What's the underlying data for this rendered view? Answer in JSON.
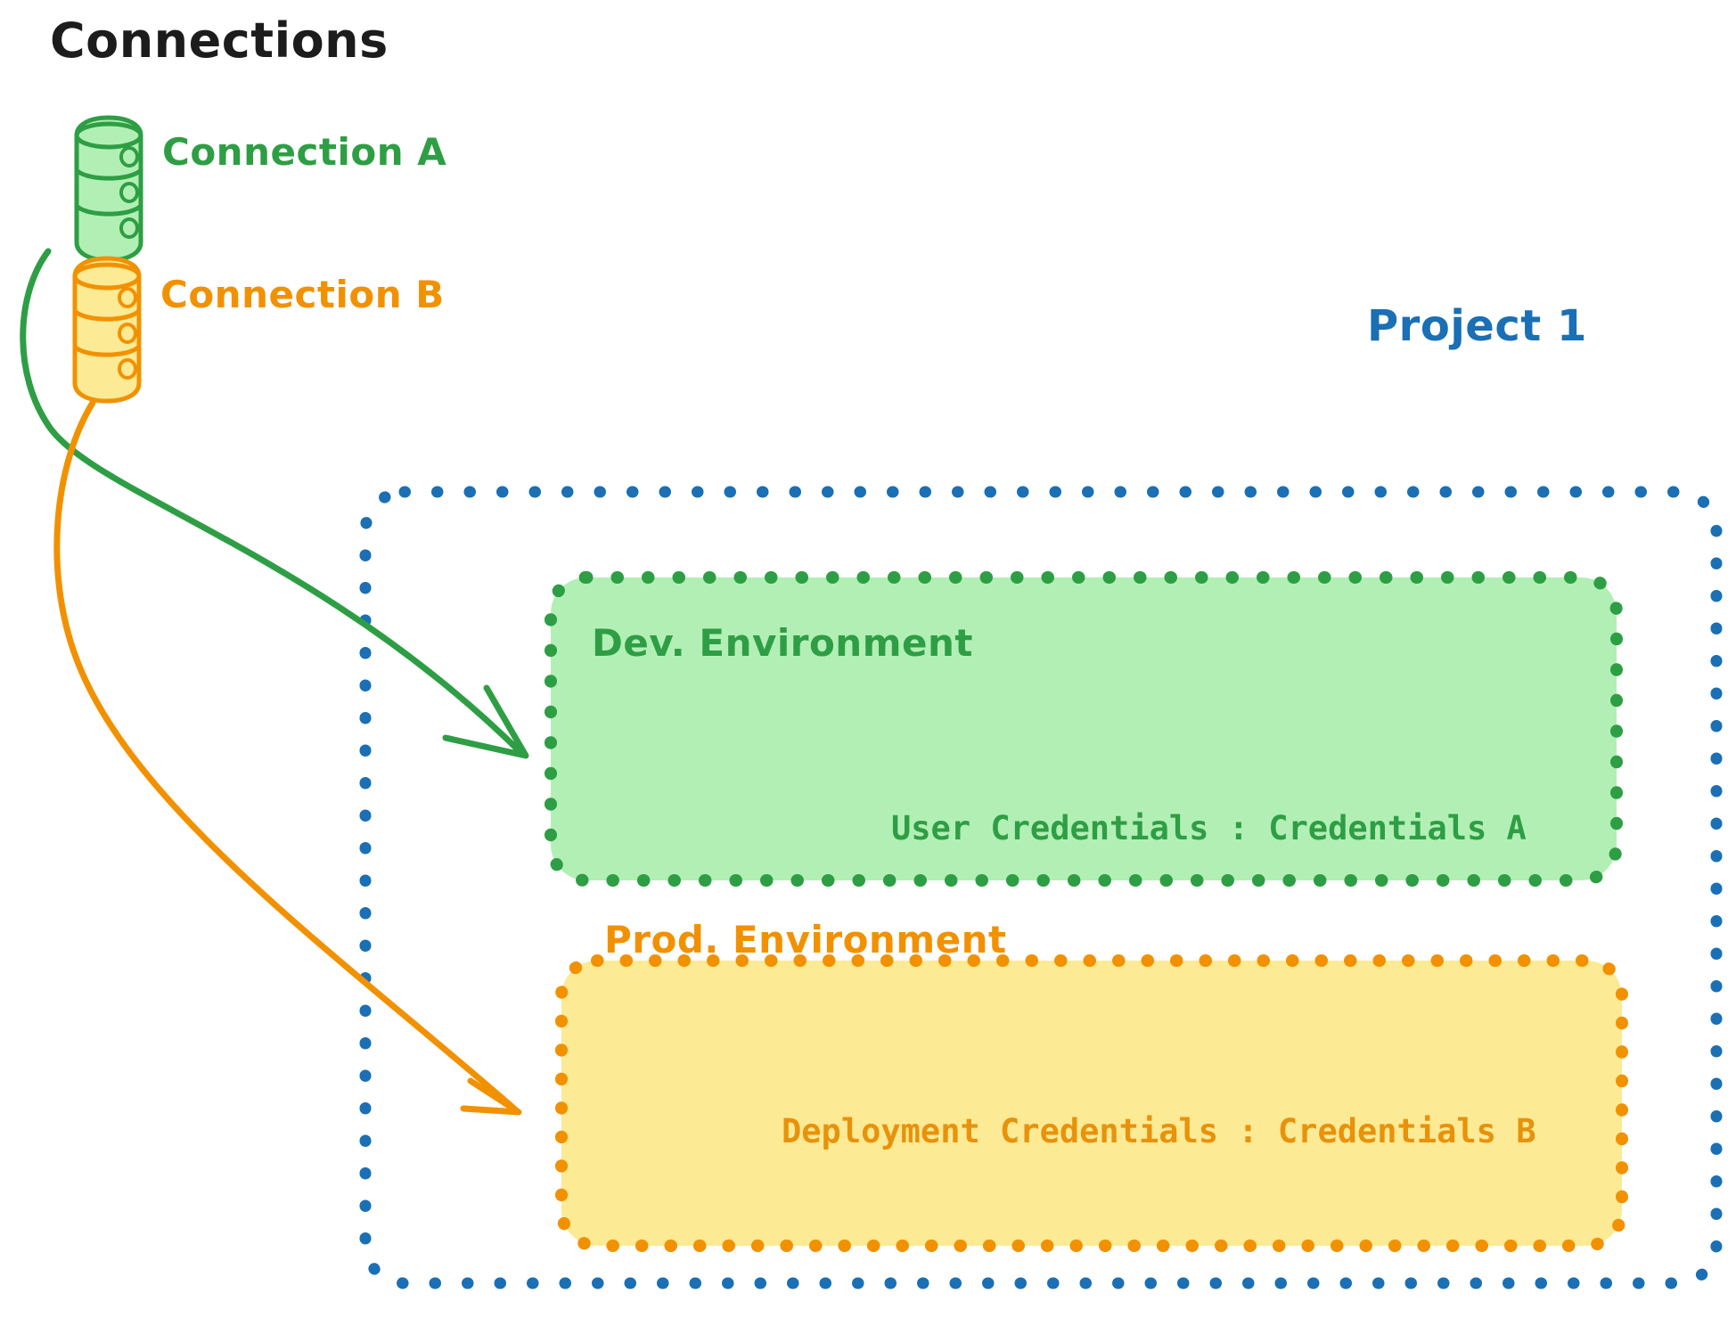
{
  "diagram": {
    "title": "Connections",
    "type": "architecture-diagram"
  },
  "connections": {
    "heading": "Connections",
    "items": [
      {
        "label": "Connection A",
        "color": "#2E9E44",
        "icon": "database-icon",
        "fill": "#B2EFB5"
      },
      {
        "label": "Connection B",
        "color": "#F29100",
        "icon": "database-icon",
        "fill": "#FCEA94"
      }
    ]
  },
  "project": {
    "label": "Project 1",
    "border_color": "#1A6FB5",
    "environments": [
      {
        "name": "Dev. Environment",
        "credentials_label": "User Credentials : Credentials A",
        "accent": "#2E9E44",
        "fill": "#B2EFB5",
        "source": "Connection A"
      },
      {
        "name": "Prod. Environment",
        "credentials_label": "Deployment Credentials : Credentials B",
        "accent": "#F29100",
        "fill": "#FCEA94",
        "source": "Connection B"
      }
    ]
  },
  "arrows": [
    {
      "name": "connection-a-to-dev",
      "color": "#2E9E44"
    },
    {
      "name": "connection-b-to-prod",
      "color": "#F29100"
    }
  ],
  "colors": {
    "green_stroke": "#2E9E44",
    "green_fill": "#B2EFB5",
    "orange_stroke": "#F29100",
    "orange_fill": "#FCEA94",
    "blue_stroke": "#1A6FB5",
    "title_text": "#1c1c1c"
  }
}
